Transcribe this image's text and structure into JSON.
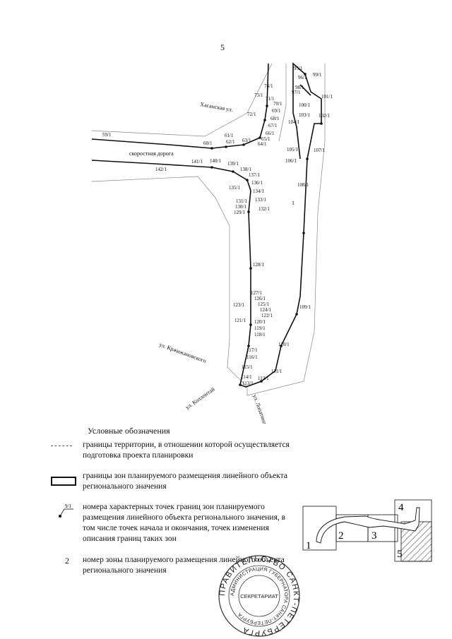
{
  "page": {
    "number": "5"
  },
  "map": {
    "streets": {
      "khasanskaya": "Хасанская ул.",
      "expressway": "скоростная дорога",
      "krzhizhanovskogo": "ул. Кржижановского",
      "kollontai": "ул. Коллонтай",
      "lopatina": "ул. Лопатина"
    },
    "zone_label": "1",
    "points": [
      "59/1",
      "60/1",
      "61/1",
      "62/1",
      "63/1",
      "64/1",
      "65/1",
      "66/1",
      "67/1",
      "68/1",
      "69/1",
      "70/1",
      "71/1",
      "72/1",
      "73/1",
      "74/1",
      "95/1",
      "96/1",
      "97/1",
      "98/1",
      "99/1",
      "100/1",
      "101/1",
      "102/1",
      "103/1",
      "104/1",
      "105/1",
      "106/1",
      "107/1",
      "108/1",
      "109/1",
      "110/1",
      "111/1",
      "112/1",
      "113/1",
      "114/1",
      "115/1",
      "116/1",
      "117/1",
      "118/1",
      "119/1",
      "120/1",
      "121/1",
      "122/1",
      "123/1",
      "124/1",
      "125/1",
      "126/1",
      "127/1",
      "128/1",
      "129/1",
      "130/1",
      "131/1",
      "132/1",
      "133/1",
      "134/1",
      "135/1",
      "136/1",
      "137/1",
      "138/1",
      "139/1",
      "140/1",
      "141/1",
      "142/1"
    ]
  },
  "legend": {
    "title": "Условные обозначения",
    "items": [
      {
        "text": "границы территории, в отношении которой осуществляется подготовка проекта планировки"
      },
      {
        "text": "границы зон планируемого размещения линейного объекта регионального значения"
      },
      {
        "symbol_label": "9/1",
        "text": "номера характерных точек границ зон планируемого размещения линейного объекта регионального значения, в том числе точек начала и окончания, точек изменения описания границ таких зон"
      },
      {
        "symbol_label": "2",
        "text": "номер зоны планируемого размещения линейного объекта регионального значения"
      }
    ]
  },
  "inset": {
    "zones": [
      "1",
      "2",
      "3",
      "4",
      "5"
    ]
  },
  "stamp": {
    "ring_text": "ПРАВИТЕЛЬСТВО САНКТ-ПЕТЕРБУРГА",
    "inner_ring_text": "АДМИНИСТРАЦИЯ ГУБЕРНАТОРА САНКТ-ПЕТЕРБУРГА",
    "center_text": "СЕКРЕТАРИАТ"
  }
}
